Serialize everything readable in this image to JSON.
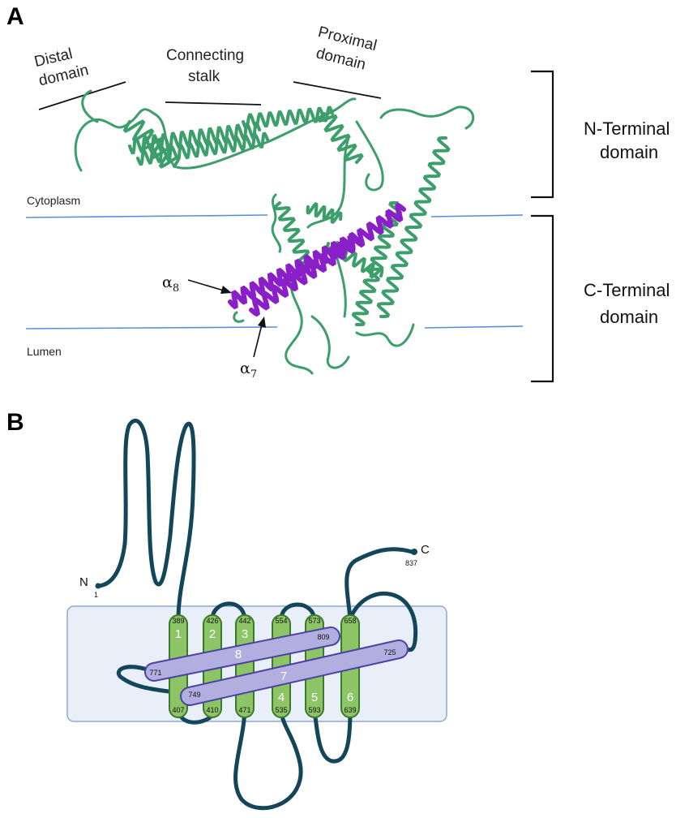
{
  "panel_a": {
    "letter": "A",
    "domain_labels": {
      "distal": [
        "Distal",
        "domain"
      ],
      "connecting": [
        "Connecting",
        "stalk"
      ],
      "proximal": [
        "Proximal",
        "domain"
      ]
    },
    "n_terminal": [
      "N-Terminal",
      "domain"
    ],
    "c_terminal": [
      "C-Terminal",
      "domain"
    ],
    "cytoplasm": "Cytoplasm",
    "lumen": "Lumen",
    "alpha8": {
      "symbol": "α",
      "sub": "8"
    },
    "alpha7": {
      "symbol": "α",
      "sub": "7"
    },
    "colors": {
      "ribbon": "#3c9e6b",
      "highlight": "#8a1fc9",
      "membrane_line": "#5a8fd6"
    }
  },
  "panel_b": {
    "letter": "B",
    "n_label": "N",
    "n_res": "1",
    "c_label": "C",
    "c_res": "837",
    "helices": [
      {
        "num": "1",
        "top": "389",
        "bottom": "407"
      },
      {
        "num": "2",
        "top": "426",
        "bottom": "410"
      },
      {
        "num": "3",
        "top": "442",
        "bottom": "471"
      },
      {
        "num": "4",
        "top": "554",
        "bottom": "535"
      },
      {
        "num": "5",
        "top": "573",
        "bottom": "593"
      },
      {
        "num": "6",
        "top": "658",
        "bottom": "639"
      }
    ],
    "helix8": {
      "num": "8",
      "start": "771",
      "end": "809"
    },
    "helix7": {
      "num": "7",
      "start": "749",
      "end": "725"
    },
    "colors": {
      "membrane": "#e8eff9",
      "membrane_border": "#8fa9cf",
      "tm": "#8cc466",
      "tm_border": "#3a7a2a",
      "amph": "#b2aee0",
      "amph_border": "#4b43a0",
      "loop": "#13465a"
    }
  }
}
